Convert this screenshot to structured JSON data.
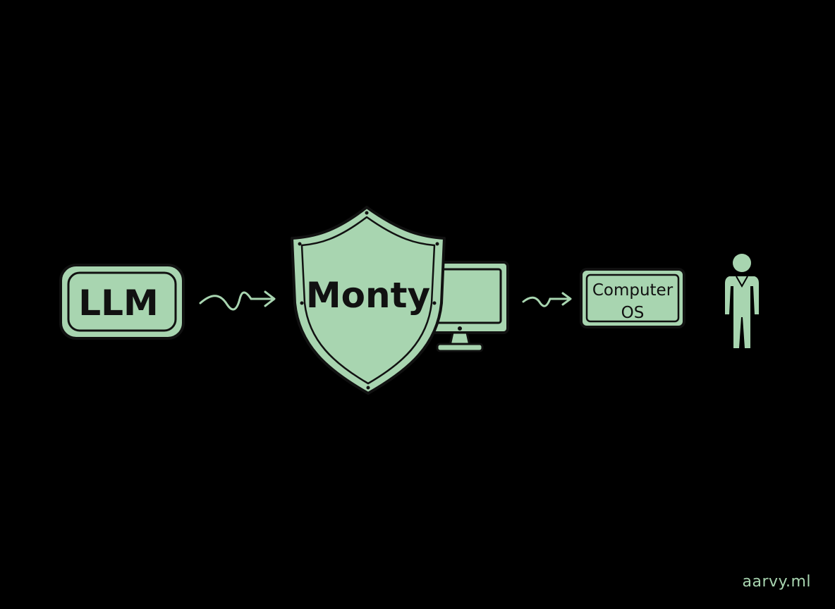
{
  "colors": {
    "background": "#000000",
    "fill": "#a8d5b0",
    "ink": "#111111",
    "arrow": "#a8d5b0"
  },
  "nodes": {
    "llm": {
      "label": "LLM"
    },
    "monty": {
      "label": "Monty",
      "icon": "shield-icon"
    },
    "monitor": {
      "icon": "monitor-icon"
    },
    "computer_os": {
      "line1": "Computer",
      "line2": "OS"
    },
    "user": {
      "icon": "person-icon"
    }
  },
  "edges": [
    {
      "from": "llm",
      "to": "monty"
    },
    {
      "from": "monty",
      "to": "computer_os"
    }
  ],
  "watermark": "aarvy.ml"
}
